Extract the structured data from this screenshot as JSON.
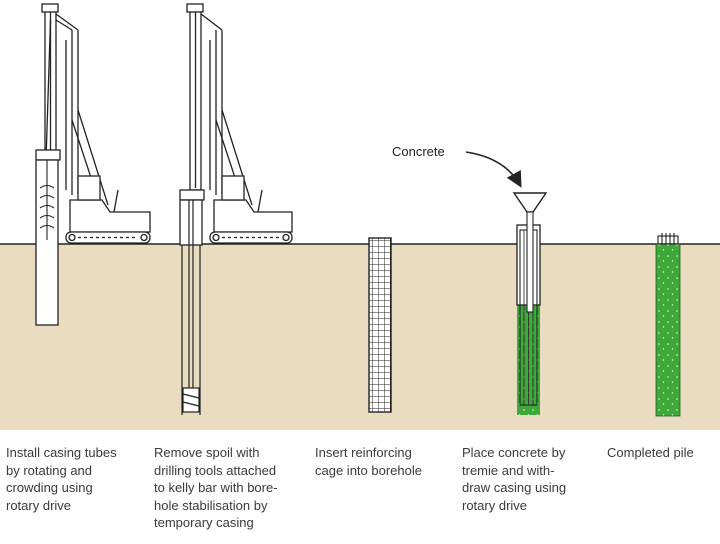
{
  "labels": {
    "concrete": "Concrete"
  },
  "steps": [
    {
      "caption": "Install casing tubes\nby rotating and\ncrowding using\nrotary drive"
    },
    {
      "caption": "Remove spoil with\ndrilling tools attached\nto kelly bar with bore-\nhole stabilisation by\ntemporary casing"
    },
    {
      "caption": "Insert reinforcing\ncage into borehole"
    },
    {
      "caption": "Place concrete by\ntremie and with-\ndraw casing using\nrotary drive"
    },
    {
      "caption": "Completed pile"
    }
  ],
  "colors": {
    "ground": "#e9dcc0",
    "concrete": "#3fa83a",
    "line": "#222222"
  }
}
